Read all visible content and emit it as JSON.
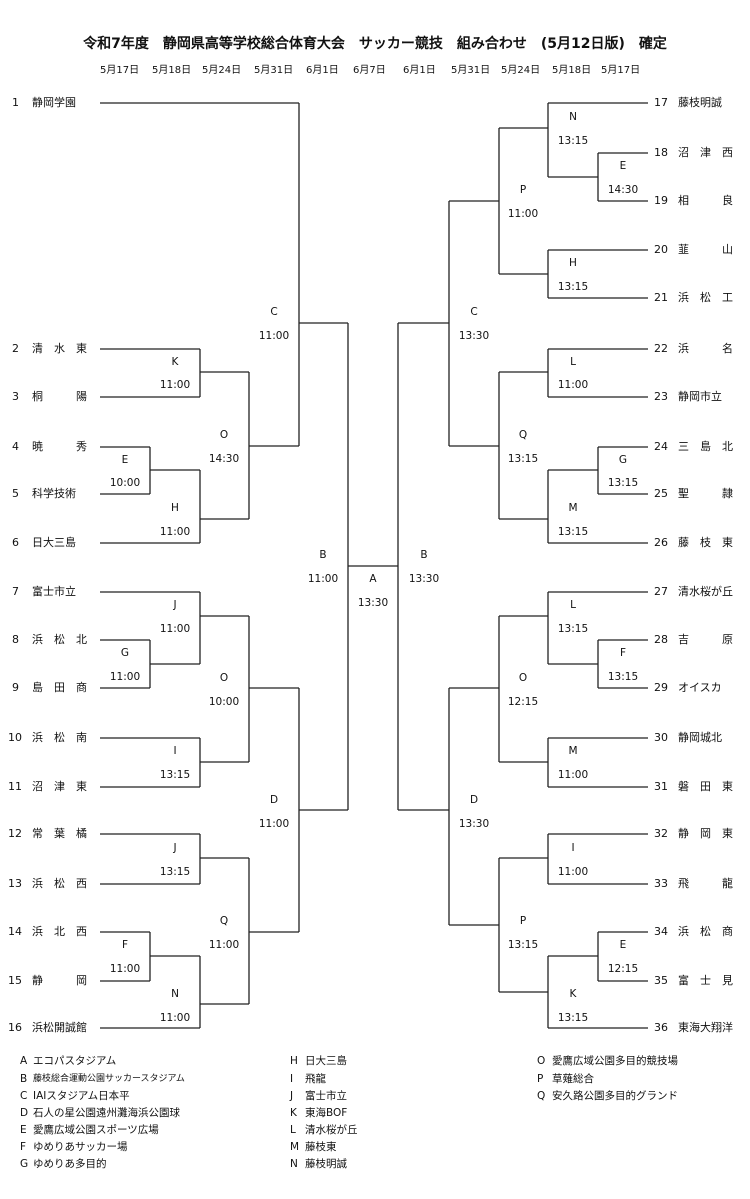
{
  "title": "令和7年度　静岡県高等学校総合体育大会　サッカー競技　組み合わせ　(5月12日版)　確定",
  "round_dates": [
    "5月17日",
    "5月18日",
    "5月24日",
    "5月31日",
    "6月1日",
    "6月7日",
    "6月1日",
    "5月31日",
    "5月24日",
    "5月18日",
    "5月17日"
  ],
  "left_teams": [
    {
      "num": "1",
      "name": "静岡学園"
    },
    {
      "num": "2",
      "name": "清　水　東"
    },
    {
      "num": "3",
      "name": "桐　　　陽"
    },
    {
      "num": "4",
      "name": "暁　　　秀"
    },
    {
      "num": "5",
      "name": "科学技術"
    },
    {
      "num": "6",
      "name": "日大三島"
    },
    {
      "num": "7",
      "name": "富士市立"
    },
    {
      "num": "8",
      "name": "浜　松　北"
    },
    {
      "num": "9",
      "name": "島　田　商"
    },
    {
      "num": "10",
      "name": "浜　松　南"
    },
    {
      "num": "11",
      "name": "沼　津　東"
    },
    {
      "num": "12",
      "name": "常　葉　橘"
    },
    {
      "num": "13",
      "name": "浜　松　西"
    },
    {
      "num": "14",
      "name": "浜　北　西"
    },
    {
      "num": "15",
      "name": "静　　　岡"
    },
    {
      "num": "16",
      "name": "浜松開誠館"
    }
  ],
  "right_teams": [
    {
      "num": "17",
      "name": "藤枝明誠"
    },
    {
      "num": "18",
      "name": "沼　津　西"
    },
    {
      "num": "19",
      "name": "相　　　良"
    },
    {
      "num": "20",
      "name": "韮　　　山"
    },
    {
      "num": "21",
      "name": "浜　松　工"
    },
    {
      "num": "22",
      "name": "浜　　　名"
    },
    {
      "num": "23",
      "name": "静岡市立"
    },
    {
      "num": "24",
      "name": "三　島　北"
    },
    {
      "num": "25",
      "name": "聖　　　隷"
    },
    {
      "num": "26",
      "name": "藤　枝　東"
    },
    {
      "num": "27",
      "name": "清水桜が丘"
    },
    {
      "num": "28",
      "name": "吉　　　原"
    },
    {
      "num": "29",
      "name": "オイスカ"
    },
    {
      "num": "30",
      "name": "静岡城北"
    },
    {
      "num": "31",
      "name": "磐　田　東"
    },
    {
      "num": "32",
      "name": "静　岡　東"
    },
    {
      "num": "33",
      "name": "飛　　　龍"
    },
    {
      "num": "34",
      "name": "浜　松　商"
    },
    {
      "num": "35",
      "name": "富　士　見"
    },
    {
      "num": "36",
      "name": "東海大翔洋"
    }
  ],
  "matches": [
    {
      "venue": "K",
      "time": "11:00"
    },
    {
      "venue": "E",
      "time": "10:00"
    },
    {
      "venue": "H",
      "time": "11:00"
    },
    {
      "venue": "O",
      "time": "14:30"
    },
    {
      "venue": "C",
      "time": "11:00"
    },
    {
      "venue": "J",
      "time": "11:00"
    },
    {
      "venue": "G",
      "time": "11:00"
    },
    {
      "venue": "I",
      "time": "13:15"
    },
    {
      "venue": "O",
      "time": "10:00"
    },
    {
      "venue": "J",
      "time": "13:15"
    },
    {
      "venue": "F",
      "time": "11:00"
    },
    {
      "venue": "N",
      "time": "11:00"
    },
    {
      "venue": "Q",
      "time": "11:00"
    },
    {
      "venue": "D",
      "time": "11:00"
    },
    {
      "venue": "B",
      "time": "11:00"
    },
    {
      "venue": "A",
      "time": "13:30"
    },
    {
      "venue": "N",
      "time": "13:15"
    },
    {
      "venue": "E",
      "time": "14:30"
    },
    {
      "venue": "H",
      "time": "13:15"
    },
    {
      "venue": "P",
      "time": "11:00"
    },
    {
      "venue": "L",
      "time": "11:00"
    },
    {
      "venue": "G",
      "time": "13:15"
    },
    {
      "venue": "M",
      "time": "13:15"
    },
    {
      "venue": "Q",
      "time": "13:15"
    },
    {
      "venue": "C",
      "time": "13:30"
    },
    {
      "venue": "L",
      "time": "13:15"
    },
    {
      "venue": "F",
      "time": "13:15"
    },
    {
      "venue": "M",
      "time": "11:00"
    },
    {
      "venue": "O",
      "time": "12:15"
    },
    {
      "venue": "I",
      "time": "11:00"
    },
    {
      "venue": "E",
      "time": "12:15"
    },
    {
      "venue": "K",
      "time": "13:15"
    },
    {
      "venue": "P",
      "time": "13:15"
    },
    {
      "venue": "D",
      "time": "13:30"
    },
    {
      "venue": "B",
      "time": "13:30"
    }
  ],
  "legend": [
    {
      "code": "A",
      "venue": "エコパスタジアム"
    },
    {
      "code": "B",
      "venue": "藤枝総合運動公園サッカースタジアム"
    },
    {
      "code": "C",
      "venue": "IAIスタジアム日本平"
    },
    {
      "code": "D",
      "venue": "石人の星公園遠州灘海浜公園球"
    },
    {
      "code": "E",
      "venue": "愛鷹広域公園スポーツ広場"
    },
    {
      "code": "F",
      "venue": "ゆめりあサッカー場"
    },
    {
      "code": "G",
      "venue": "ゆめりあ多目的"
    },
    {
      "code": "H",
      "venue": "日大三島"
    },
    {
      "code": "I",
      "venue": "飛龍"
    },
    {
      "code": "J",
      "venue": "富士市立"
    },
    {
      "code": "K",
      "venue": "東海BOF"
    },
    {
      "code": "L",
      "venue": "清水桜が丘"
    },
    {
      "code": "M",
      "venue": "藤枝東"
    },
    {
      "code": "N",
      "venue": "藤枝明誠"
    },
    {
      "code": "O",
      "venue": "愛鷹広域公園多目的競技場"
    },
    {
      "code": "P",
      "venue": "草薙総合"
    },
    {
      "code": "Q",
      "venue": "安久路公園多目的グランド"
    }
  ]
}
